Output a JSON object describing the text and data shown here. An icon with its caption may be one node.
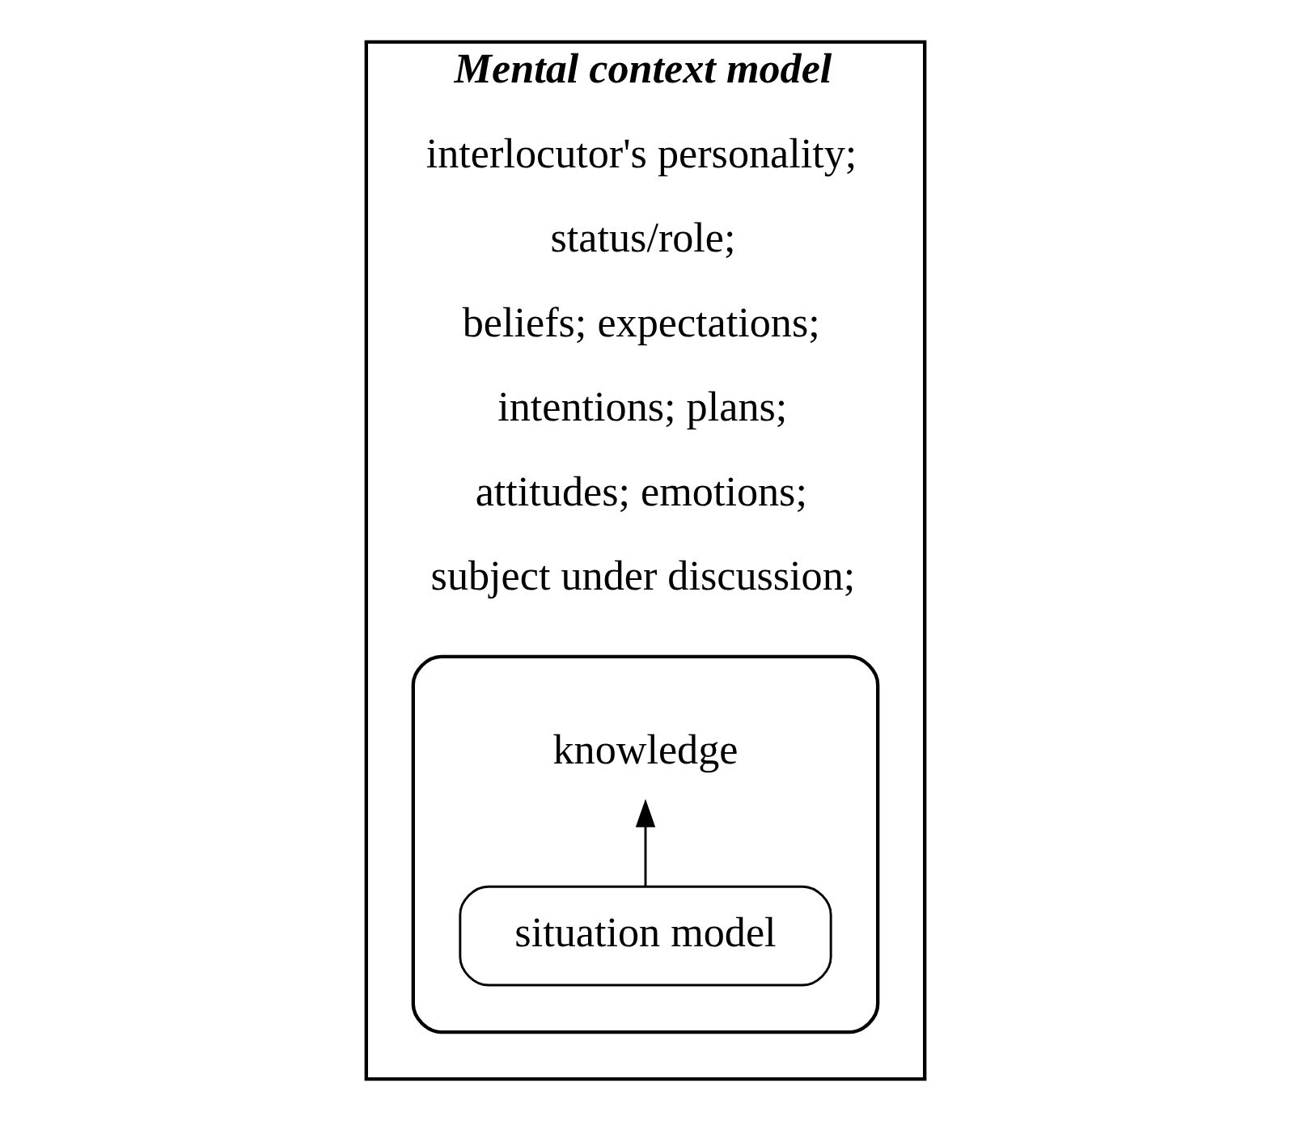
{
  "diagram": {
    "nodes": [
      {
        "text": [
          "Mental context model",
          "interlocutor's personality;",
          "status/role;",
          "beliefs; expectations;",
          "intentions; plans;",
          "attitudes; emotions;",
          "subject under discussion;"
        ]
      },
      {
        "text": [],
        "shape": "box",
        "in": 0
      },
      {
        "text": [
          "knowledge"
        ],
        "in": 1
      },
      {
        "text": [
          "situation model"
        ],
        "in": 1
      }
    ],
    "edges": [
      {
        "from": 3,
        "to": 2,
        "arrow": "to"
      }
    ]
  }
}
